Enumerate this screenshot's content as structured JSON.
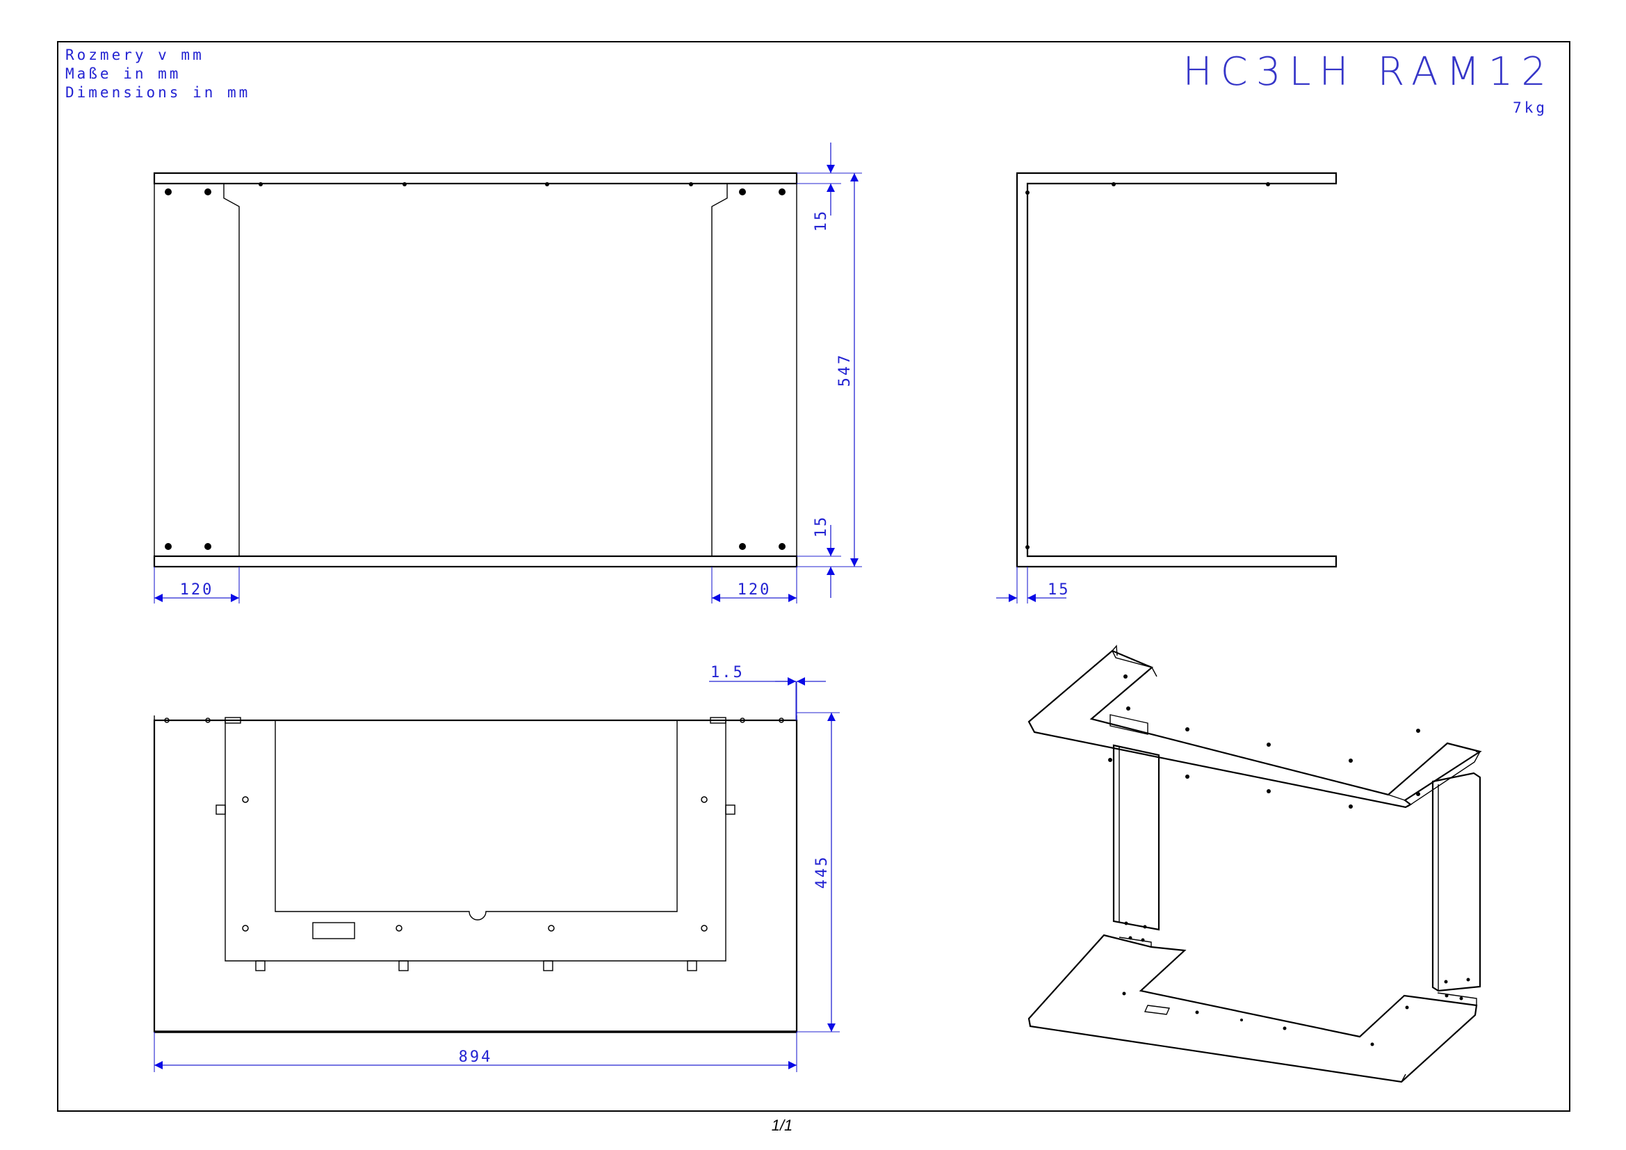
{
  "units_note": [
    "Rozmery v mm",
    "Maße in mm",
    "Dimensions in mm"
  ],
  "title": "HC3LH RAM12",
  "weight": "7kg",
  "page_number": "1/1",
  "colors": {
    "dimension": "#2323d2",
    "arrow": "#0a0ae6",
    "outline": "#000000"
  },
  "dimensions": {
    "front_top_gap": "15",
    "front_height": "547",
    "front_bottom_gap": "15",
    "front_left_width": "120",
    "front_right_width": "120",
    "side_flange": "15",
    "plan_thickness": "1.5",
    "plan_depth": "445",
    "plan_width": "894"
  }
}
